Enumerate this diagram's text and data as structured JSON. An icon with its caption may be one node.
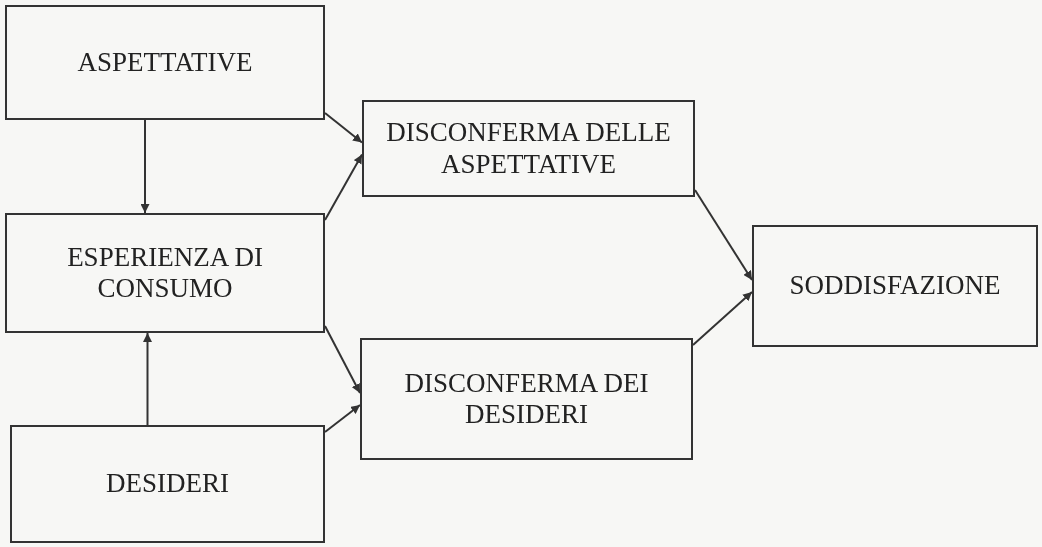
{
  "diagram": {
    "nodes": [
      {
        "text": [
          "ASPETTATIVE"
        ]
      },
      {
        "text": [
          "ESPERIENZA DI CONSUMO"
        ]
      },
      {
        "text": [
          "DESIDERI"
        ]
      },
      {
        "text": [
          "DISCONFERMA DELLE ASPETTATIVE"
        ]
      },
      {
        "text": [
          "DISCONFERMA DEI DESIDERI"
        ]
      },
      {
        "text": [
          "SODDISFAZIONE"
        ]
      }
    ],
    "edges": [
      {
        "from": 0,
        "to": 1,
        "arrow": "to"
      },
      {
        "from": 2,
        "to": 1,
        "arrow": "to"
      },
      {
        "from": 0,
        "to": 3,
        "arrow": "to"
      },
      {
        "from": 1,
        "to": 3,
        "arrow": "to"
      },
      {
        "from": 1,
        "to": 4,
        "arrow": "to"
      },
      {
        "from": 2,
        "to": 4,
        "arrow": "to"
      },
      {
        "from": 3,
        "to": 5,
        "arrow": "to"
      },
      {
        "from": 4,
        "to": 5,
        "arrow": "to"
      }
    ]
  }
}
